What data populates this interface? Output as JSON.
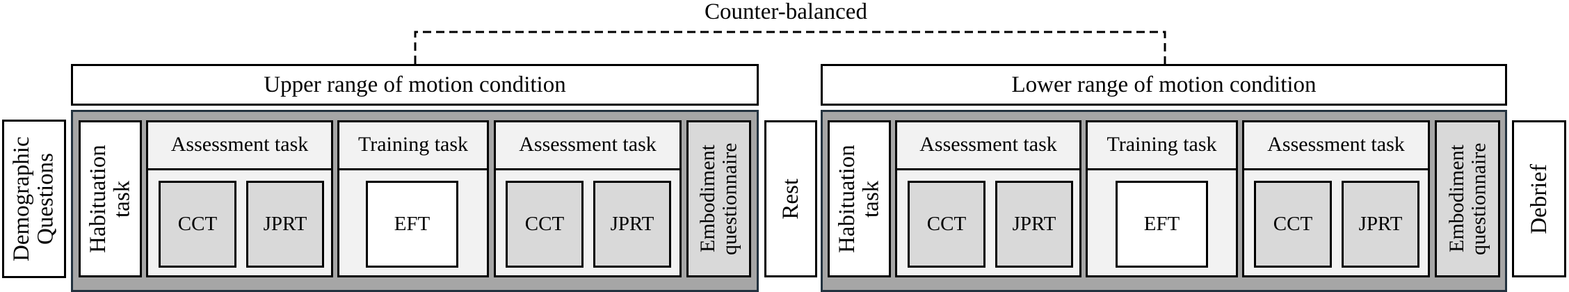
{
  "counterbalance": {
    "label": "Counter-balanced"
  },
  "side_blocks": {
    "demographic": "Demographic Questions",
    "rest": "Rest",
    "debrief": "Debrief"
  },
  "conditions": [
    {
      "title": "Upper range of motion condition",
      "habituation": "Habituation task",
      "assessment_pre": {
        "label": "Assessment task",
        "tests": [
          "CCT",
          "JPRT"
        ]
      },
      "training": {
        "label": "Training task",
        "test": "EFT"
      },
      "assessment_post": {
        "label": "Assessment task",
        "tests": [
          "CCT",
          "JPRT"
        ]
      },
      "embodiment": "Embodiment questionnaire"
    },
    {
      "title": "Lower range of motion condition",
      "habituation": "Habituation task",
      "assessment_pre": {
        "label": "Assessment task",
        "tests": [
          "CCT",
          "JPRT"
        ]
      },
      "training": {
        "label": "Training task",
        "test": "EFT"
      },
      "assessment_post": {
        "label": "Assessment task",
        "tests": [
          "CCT",
          "JPRT"
        ]
      },
      "embodiment": "Embodiment questionnaire"
    }
  ]
}
